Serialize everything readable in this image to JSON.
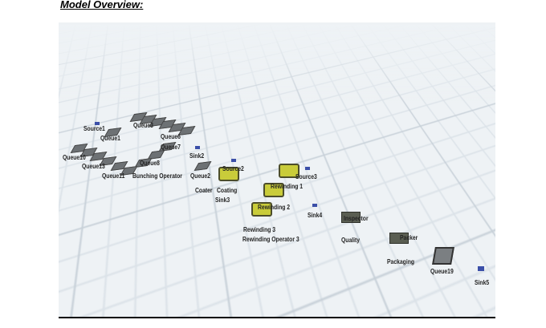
{
  "heading": "Model Overview:",
  "model": {
    "labels": [
      "Source1",
      "Queue1",
      "Queue3",
      "Queue6",
      "Queue7",
      "Queue10",
      "Queue13",
      "Queue11",
      "Queue8",
      "Bunching Operator",
      "Queue2",
      "Sink2",
      "Source2",
      "Coater",
      "Coating",
      "Sink3",
      "Source3",
      "Rewinding 1",
      "Rewinding 2",
      "Sink4",
      "Inspector",
      "Rewinding 3",
      "Rewinding Operator 3",
      "Quality",
      "Packer",
      "Packaging",
      "Queue19",
      "Sink5"
    ]
  }
}
